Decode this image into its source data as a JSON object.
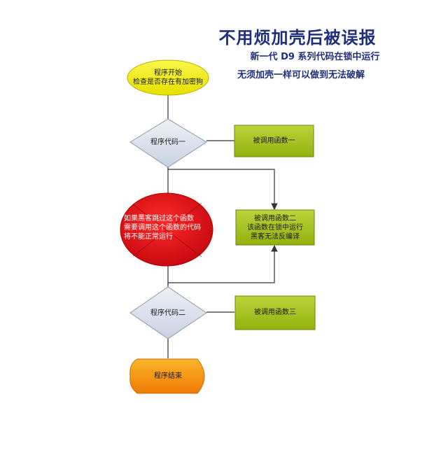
{
  "header": {
    "title": "不用烦加壳后被误报",
    "subtitle_line1": "新一代 D9 系列代码在锁中运行",
    "subtitle_line2": "无须加壳一样可以做到无法破解"
  },
  "nodes": {
    "start": {
      "line1": "程序开始",
      "line2": "检查是否存在有加密狗"
    },
    "decision1": {
      "label": "程序代码一"
    },
    "func1": {
      "label": "被调用函数一"
    },
    "warning": {
      "line1": "如果黑客跳过这个函数",
      "line2": "需要调用这个函数的代码",
      "line3": "将不能正常运行"
    },
    "func2": {
      "line1": "被调用函数二",
      "line2": "该函数在锁中运行",
      "line3": "黑客无法反编译"
    },
    "decision2": {
      "label": "程序代码二"
    },
    "func3": {
      "label": "被调用函数三"
    },
    "end": {
      "label": "程序结束"
    }
  },
  "colors": {
    "title": "#1f2f7a",
    "start_fill": "#f7f20a",
    "decision_fill": "#dfe5f0",
    "func_fill": "#a9c81a",
    "warning_fill": "#e3101a",
    "end_fill": "#f59a10",
    "line": "#333333"
  }
}
